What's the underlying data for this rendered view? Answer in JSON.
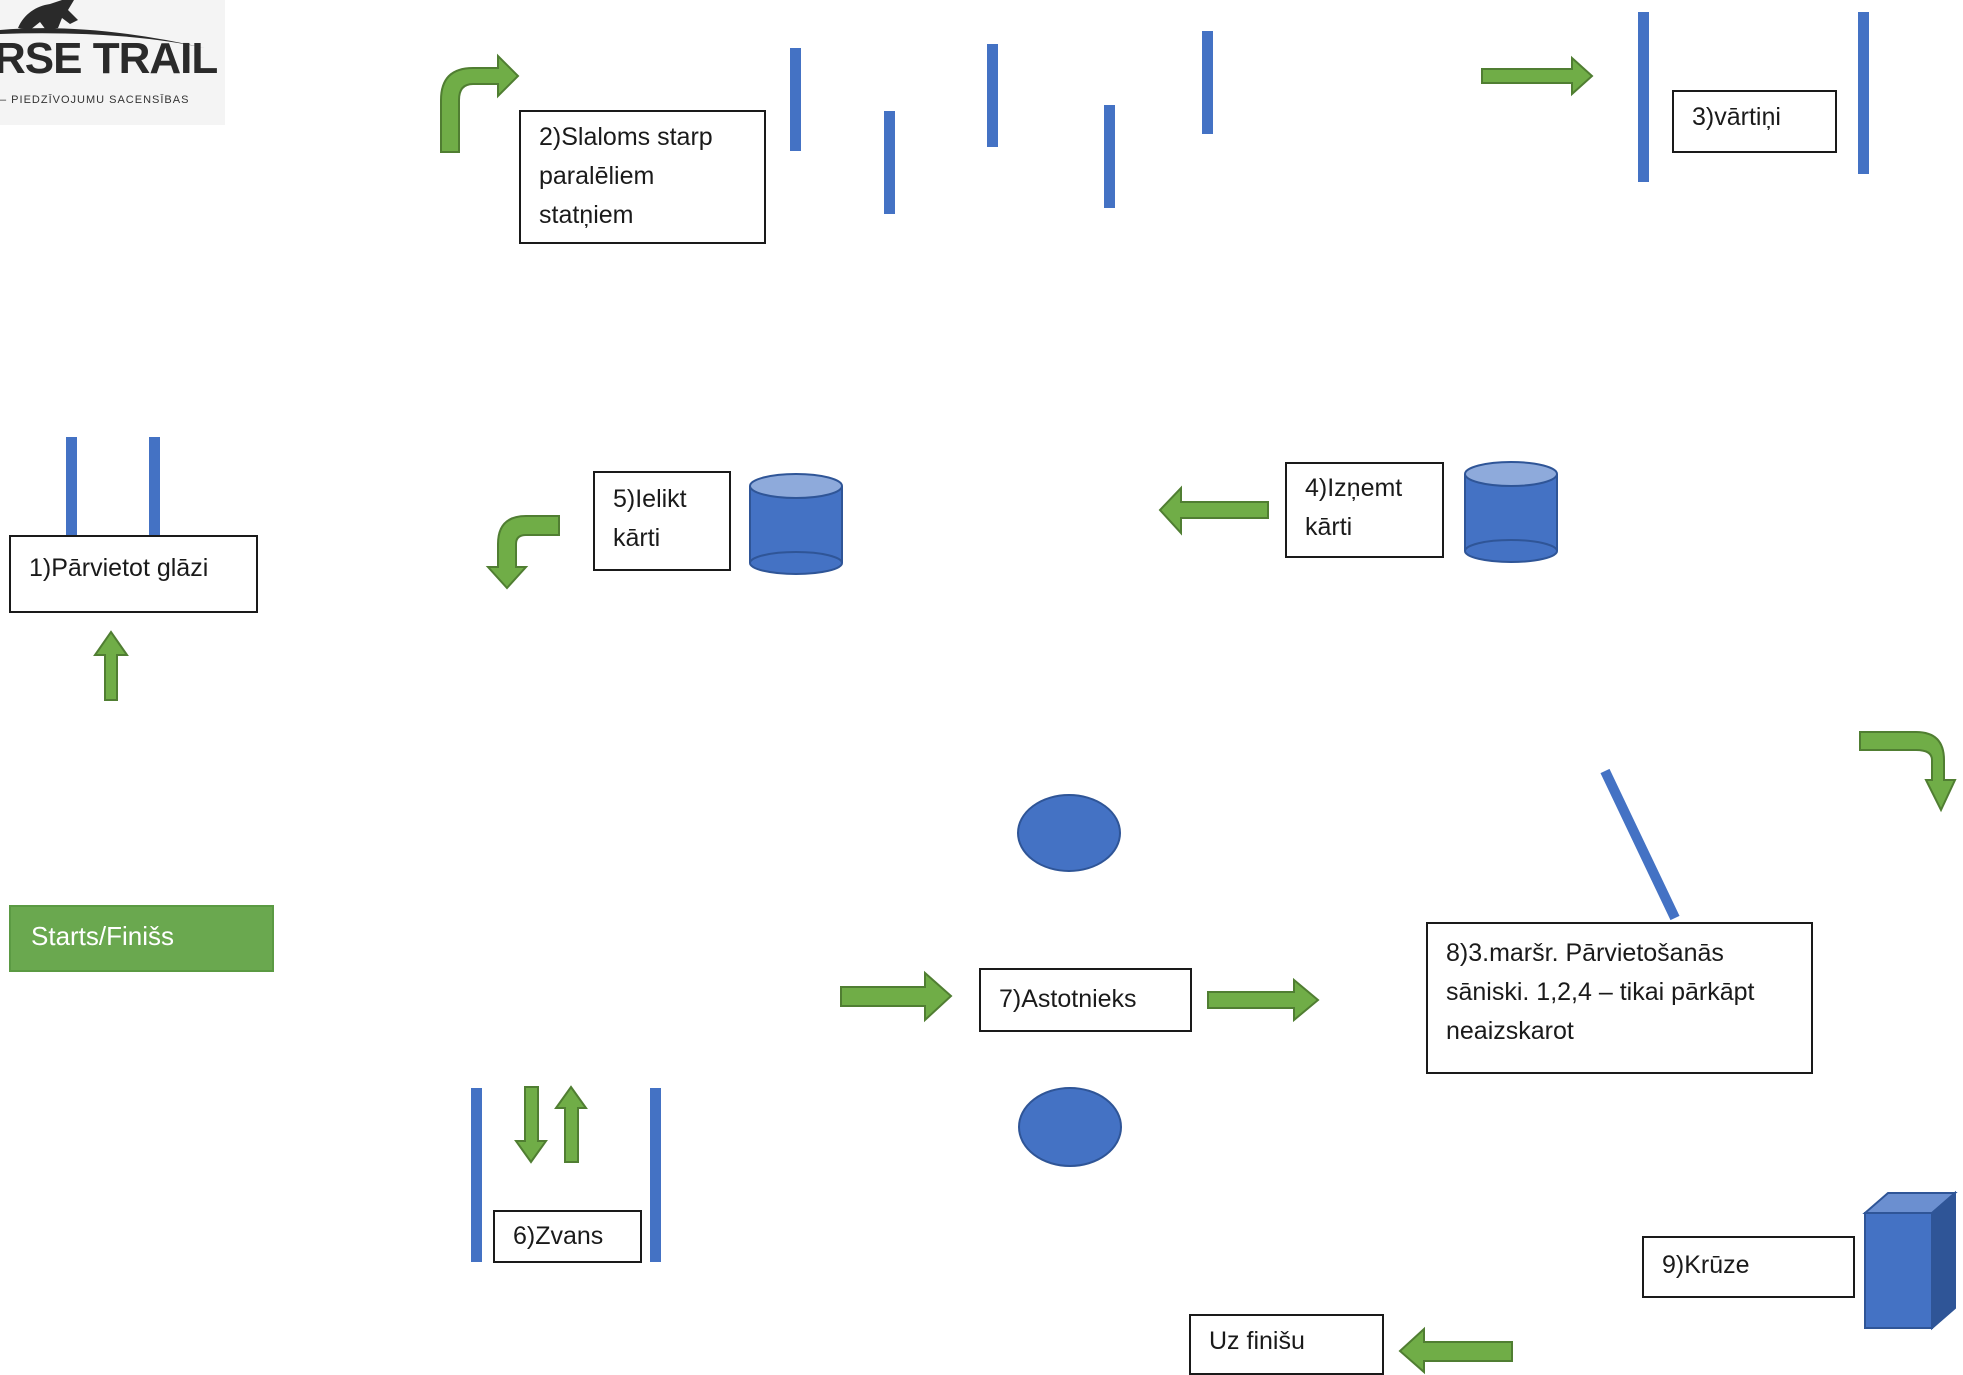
{
  "logo": {
    "brand": "RSE TRAIL",
    "tagline": "– PIEDZĪVOJUMU SACENSĪBAS",
    "icon": "horse-silhouette-icon"
  },
  "stations": {
    "s1": "1)Pārvietot glāzi",
    "s2": "2)Slaloms starp\nparalēliem\nstatņiem",
    "s3": "3)vārtiņi",
    "s4": "4)Izņemt\nkārti",
    "s5": "5)Ielikt\nkārti",
    "s6": "6)Zvans",
    "s7": "7)Astotnieks",
    "s8": "8)3.maršr. Pārvietošanās\nsāniski. 1,2,4 – tikai pārkāpt\nneaizskarot",
    "s9": "9)Krūze",
    "finish": "Uz finišu"
  },
  "start": {
    "label": "Starts/Finišs"
  },
  "colors": {
    "pole": "#4472c4",
    "arrow_fill": "#70ad47",
    "arrow_stroke": "#507e32",
    "start_fill": "#6aa84f",
    "box_border": "#1a1a1a",
    "shape_fill": "#4472c4",
    "shape_light": "#8eaadb",
    "shape_dark": "#2f5597"
  }
}
